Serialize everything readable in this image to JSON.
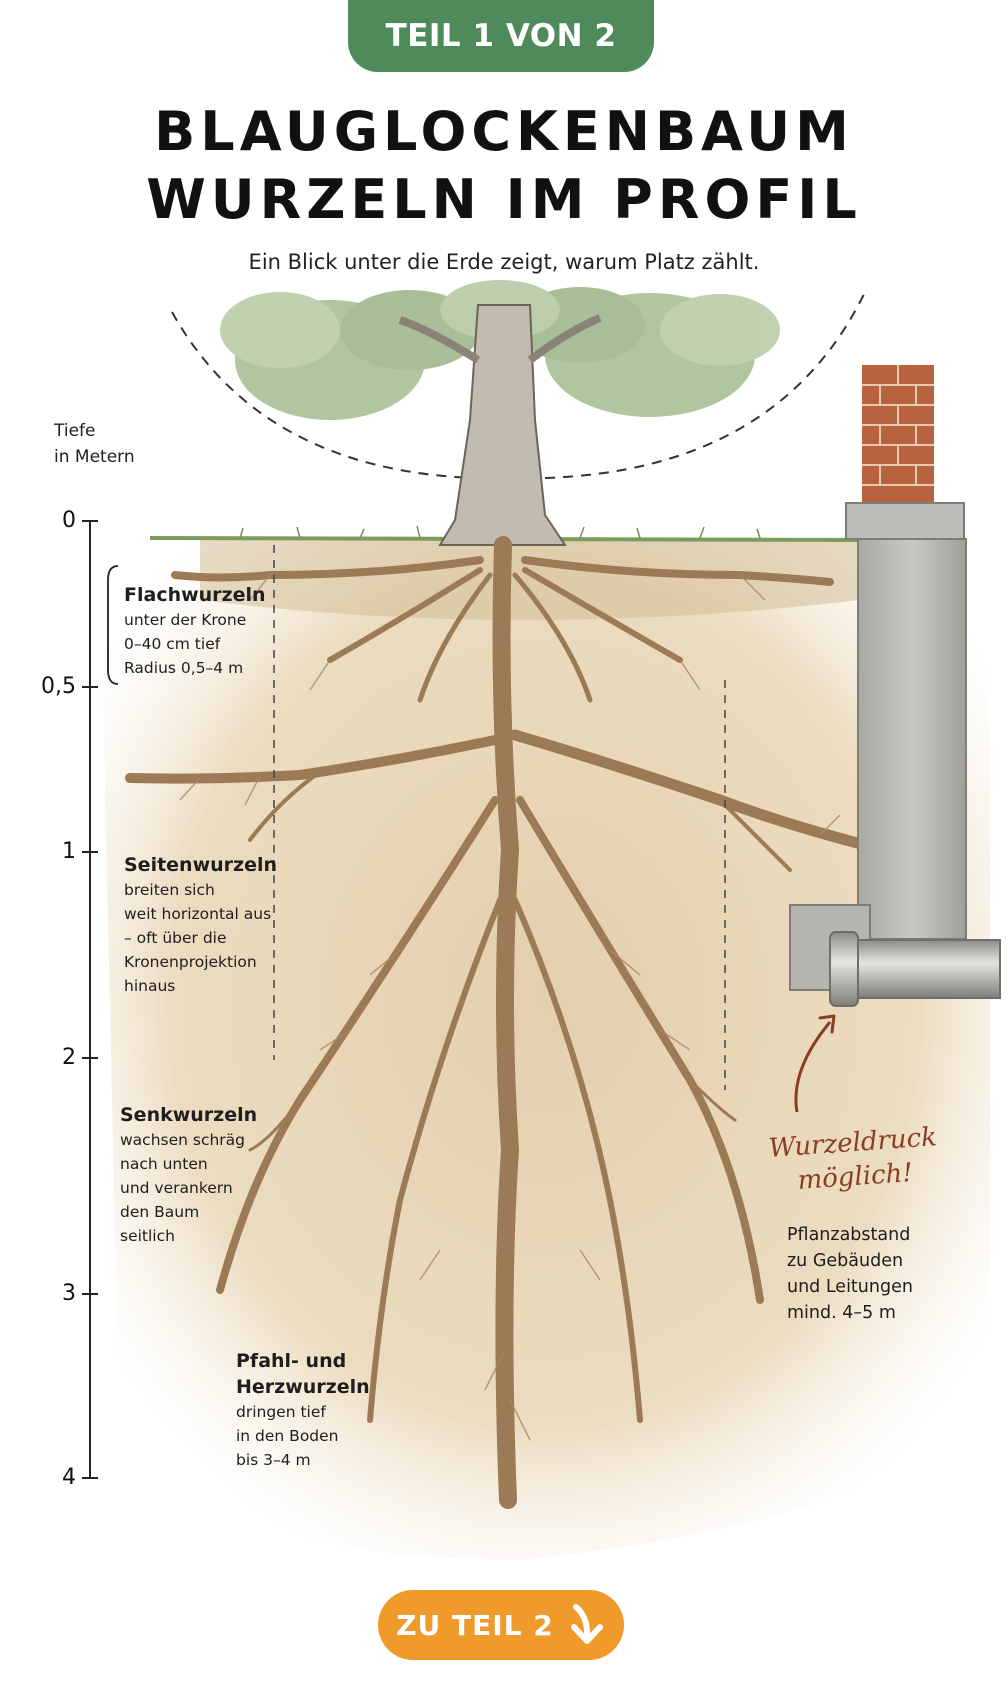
{
  "part_tab": "TEIL 1 VON 2",
  "title": {
    "line1": "BLAUGLOCKENBAUM",
    "line2": "WURZELN IM PROFIL"
  },
  "subtitle": "Ein Blick unter die Erde zeigt, warum Platz zählt.",
  "depth_axis": {
    "heading_line1": "Tiefe",
    "heading_line2": "in Metern",
    "ticks": [
      "0",
      "0,5",
      "1",
      "2",
      "3",
      "4"
    ]
  },
  "zones": {
    "flach": {
      "heading": "Flachwurzeln",
      "line1": "unter der Krone",
      "line2": "0–40 cm tief",
      "line3": "Radius 0,5–4 m"
    },
    "seiten": {
      "heading": "Seitenwurzeln",
      "line1": "breiten sich",
      "line2": "weit horizontal aus",
      "line3": "– oft über die",
      "line4": "Kronenprojektion",
      "line5": "hinaus"
    },
    "senk": {
      "heading": "Senkwurzeln",
      "line1": "wachsen schräg",
      "line2": "nach unten",
      "line3": "und verankern",
      "line4": "den Baum",
      "line5": "seitlich"
    },
    "pfahl": {
      "heading1": "Pfahl- und",
      "heading2": "Herzwurzeln",
      "line1": "dringen tief",
      "line2": "in den Boden",
      "line3": "bis 3–4 m"
    }
  },
  "warning": {
    "line1": "Wurzeldruck",
    "line2": "möglich!"
  },
  "distance_note": {
    "line1": "Pflanzabstand",
    "line2": "zu Gebäuden",
    "line3": "und Leitungen",
    "line4": "mind. 4–5 m"
  },
  "cta": {
    "label": "ZU TEIL 2"
  },
  "colors": {
    "tab_green": "#4f8a5b",
    "cta_orange": "#f09a2c",
    "warning_red": "#8a3c24",
    "soil": "#e6d3b3",
    "root": "#9c7a55",
    "foliage": "#9fb88c",
    "brick": "#b8623e",
    "concrete": "#b9b9b4"
  },
  "icons": {
    "cta_arrow": "down-arrow-icon"
  }
}
